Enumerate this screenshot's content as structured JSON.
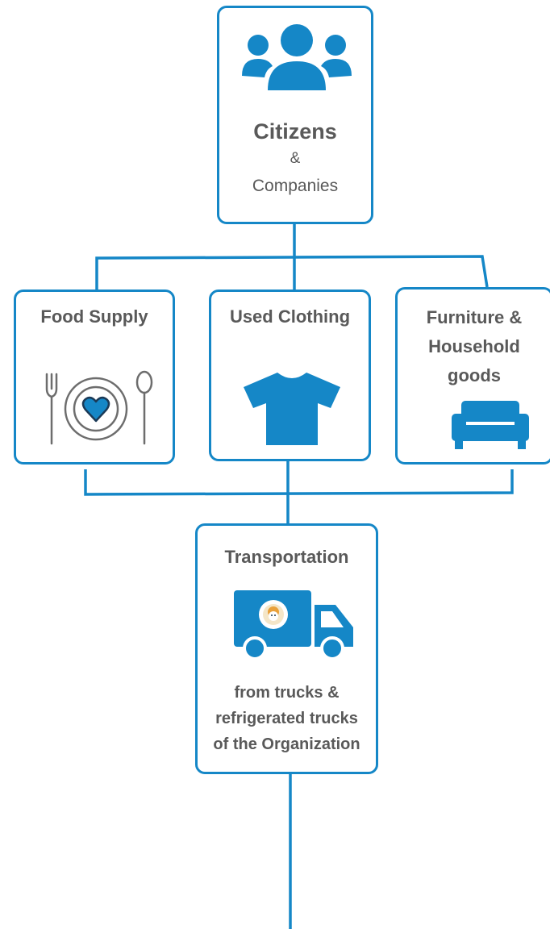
{
  "colors": {
    "accent": "#1587c7",
    "text": "#595959",
    "icon_gray": "#6d6d6d"
  },
  "top": {
    "title": "Citizens",
    "amp": "&",
    "subtitle": "Companies",
    "icon": "users-icon"
  },
  "categories": [
    {
      "label": "Food Supply",
      "icon": "plate-cutlery-heart-icon"
    },
    {
      "label": "Used Clothing",
      "icon": "tshirt-icon"
    },
    {
      "label_lines": [
        "Furniture &",
        "Household",
        "goods"
      ],
      "icon": "sofa-icon"
    }
  ],
  "transport": {
    "title": "Transportation",
    "icon": "delivery-truck-icon",
    "desc_lines": [
      "from trucks &",
      "refrigerated trucks",
      "of the Organization"
    ]
  }
}
